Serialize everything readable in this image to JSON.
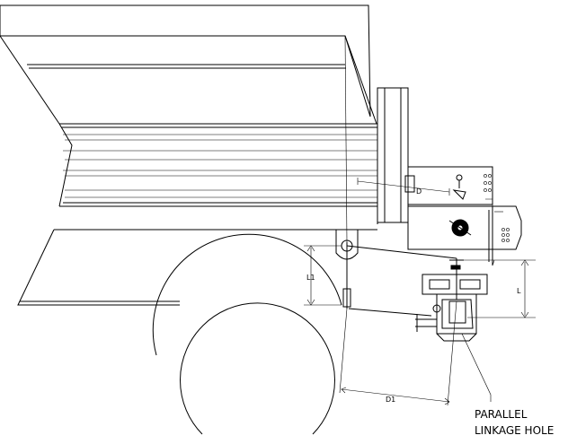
{
  "labels": {
    "dim_d": "D",
    "dim_l": "L",
    "dim_l1": "L1",
    "dim_d1": "D1",
    "callout_line1": "PARALLEL",
    "callout_line2": "LINKAGE HOLE"
  }
}
